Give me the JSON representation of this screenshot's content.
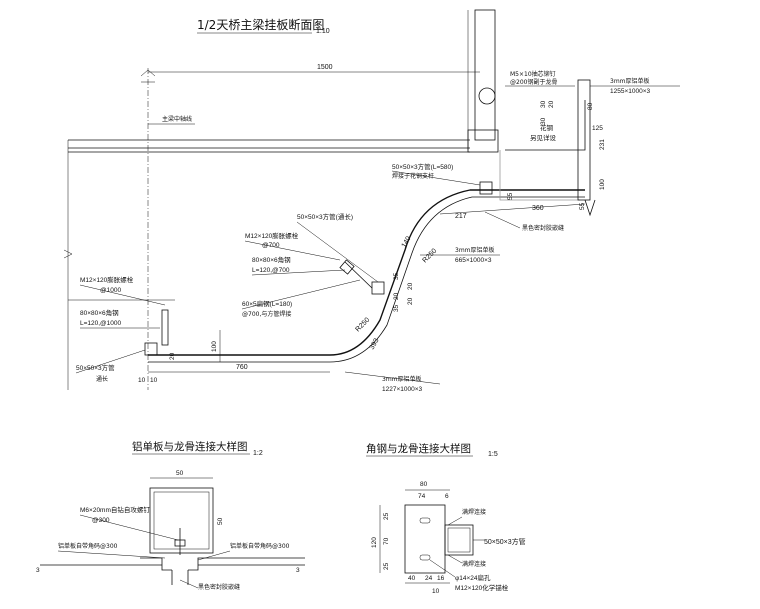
{
  "main": {
    "title": "1/2天桥主梁挂板断面图",
    "scale": "1:10",
    "dim_1500": "1500",
    "dim_760": "760",
    "dim_100": "100",
    "dim_10a": "10",
    "dim_10b": "10",
    "dim_20": "20",
    "dim_217": "217",
    "dim_360": "360",
    "dim_55a": "55",
    "dim_55b": "55",
    "dim_140": "140",
    "dim_r250a": "R250",
    "dim_r250b": "R250",
    "dim_393": "393",
    "dim_35a": "35",
    "dim_35b": "35",
    "dim_20b": "20",
    "dim_20c": "20",
    "dim_20d": "20",
    "dim_80": "80",
    "dim_125": "125",
    "dim_100r": "100",
    "dim_231": "231",
    "dim_30": "30",
    "dim_20e": "20",
    "dim_30b": "30",
    "axis_label": "主梁中轴线",
    "label_m5": "M5×10抽芯铆钉",
    "label_m5b": "@200钢副于龙骨",
    "label_3mm_top": "3mm厚铝单板",
    "label_3mm_top_size": "1255×1000×3",
    "label_flower": "花钢",
    "label_flower2": "另见详设",
    "label_sq580": "50×50×3方管(L=580)",
    "label_sq580b": "焊接于花钢支杆",
    "label_sealant": "黑色密封胶嵌缝",
    "label_3mm_mid": "3mm厚铝单板",
    "label_3mm_mid_size": "665×1000×3",
    "label_sq_long": "50×50×3方管(通长)",
    "label_m12a": "M12×120膨胀螺栓",
    "label_m12a_sp": "@700",
    "label_angle_a": "80×80×6角钢",
    "label_angle_a2": "L=120,@700",
    "label_flat": "60×5扁钢(L=180)",
    "label_flat2": "@700,与方管焊接",
    "label_m12b": "M12×120膨胀螺栓",
    "label_m12b_sp": "@1000",
    "label_angle_b": "80×80×6角钢",
    "label_angle_b2": "L=120,@1000",
    "label_sq_b": "50×50×3方管",
    "label_sq_b2": "通长",
    "label_3mm_bot": "3mm厚铝单板",
    "label_3mm_bot_size": "1227×1000×3"
  },
  "detail1": {
    "title": "铝单板与龙骨连接大样图",
    "scale": "1:2",
    "dim_50a": "50",
    "dim_50b": "50",
    "dim_3a": "3",
    "dim_3b": "3",
    "label_screw": "M6×20mm自钻自攻螺钉",
    "label_screw_sp": "@300",
    "label_left": "铝单板自带角码@300",
    "label_right": "铝单板自带角码@300",
    "label_sealant": "黑色密封胶嵌缝"
  },
  "detail2": {
    "title": "角钢与龙骨连接大样图",
    "scale": "1:5",
    "dim_80": "80",
    "dim_74": "74",
    "dim_6": "6",
    "dim_25a": "25",
    "dim_120": "120",
    "dim_70": "70",
    "dim_25b": "25",
    "dim_40": "40",
    "dim_24": "24",
    "dim_16": "16",
    "dim_10": "10",
    "label_weld1": "满焊连接",
    "label_weld2": "满焊连接",
    "label_tube": "50×50×3方管",
    "label_slot": "φ14×24扁孔",
    "label_anchor": "M12×120化学锚栓"
  }
}
